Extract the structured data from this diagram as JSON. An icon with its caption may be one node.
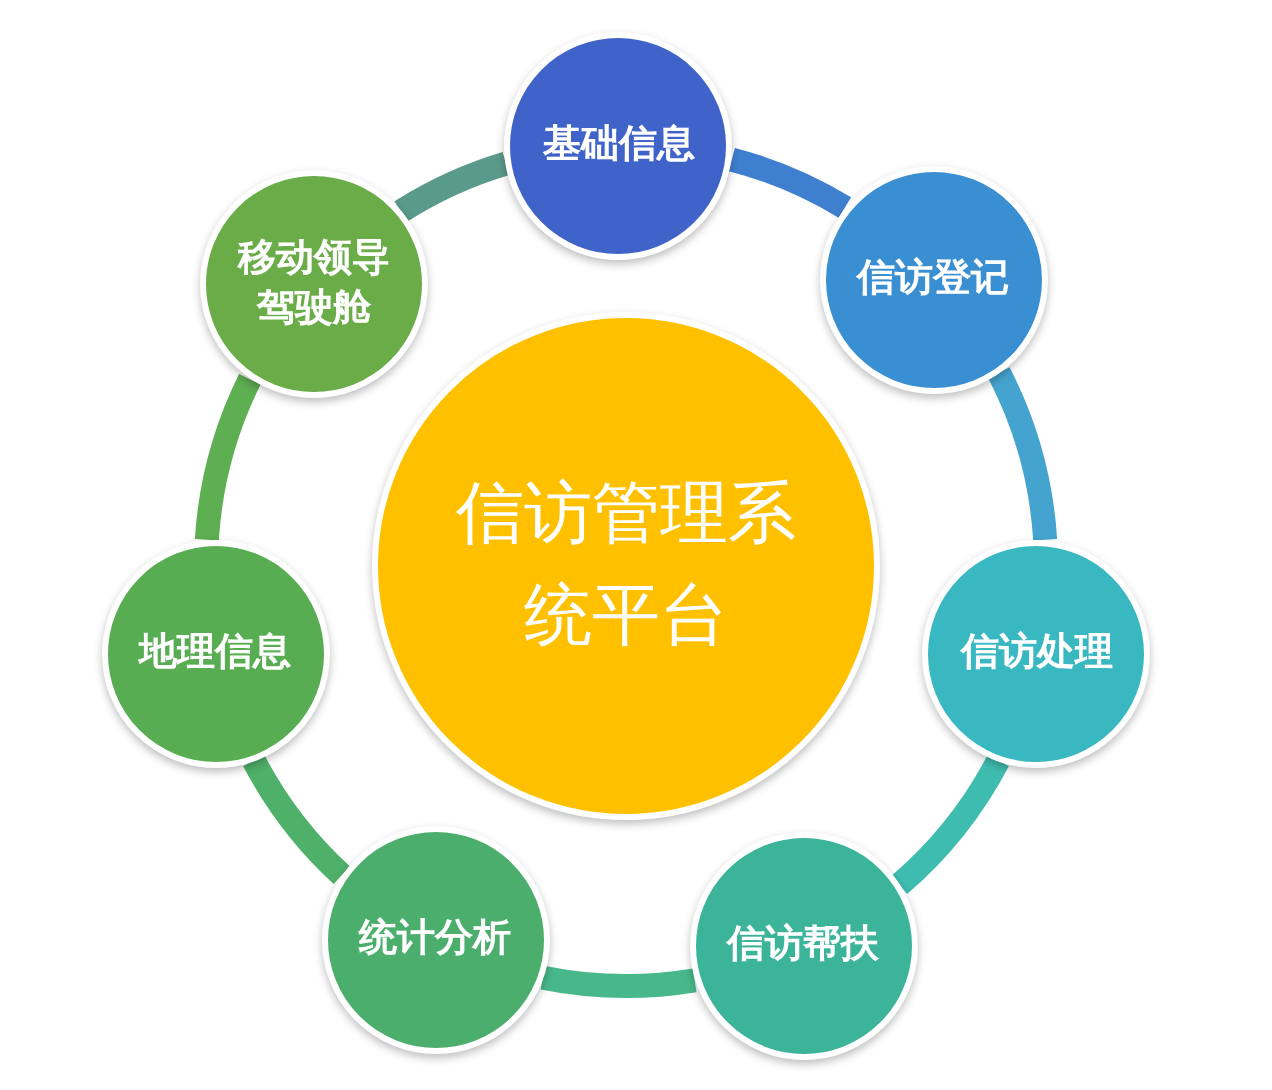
{
  "diagram": {
    "nodes": [
      {
        "text": [
          "基础信息"
        ]
      },
      {
        "text": [
          "信访登记"
        ]
      },
      {
        "text": [
          "信访处理"
        ]
      },
      {
        "text": [
          "信访帮扶"
        ]
      },
      {
        "text": [
          "统计分析"
        ]
      },
      {
        "text": [
          "地理信息"
        ]
      },
      {
        "text": [
          "移动领导驾驶舱"
        ]
      },
      {
        "text": [
          "信访管理系统平台"
        ]
      }
    ],
    "edges": [
      {
        "from": 0,
        "to": 1,
        "arrow": "none",
        "color": "#3f7fd0"
      },
      {
        "from": 1,
        "to": 2,
        "arrow": "none",
        "color": "#45a4cf"
      },
      {
        "from": 2,
        "to": 3,
        "arrow": "none",
        "color": "#3fbcb0"
      },
      {
        "from": 3,
        "to": 4,
        "arrow": "none",
        "color": "#48b88a"
      },
      {
        "from": 4,
        "to": 5,
        "arrow": "none",
        "color": "#4fb06a"
      },
      {
        "from": 5,
        "to": 6,
        "arrow": "none",
        "color": "#5eae52"
      },
      {
        "from": 6,
        "to": 0,
        "arrow": "none",
        "color": "#5a9a8a"
      }
    ]
  }
}
